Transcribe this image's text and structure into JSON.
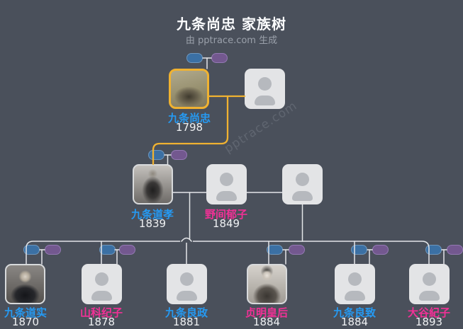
{
  "page": {
    "title": "九条尚忠 家族树",
    "subtitle": "由 pptrace.com 生成",
    "watermark": "pptrace.com"
  },
  "colors": {
    "background": "#4a505b",
    "connector_line": "#e4e6e9",
    "lineage_highlight": "#f0b231",
    "male_name": "#259af3",
    "female_name": "#f23096",
    "pill_blue": "#3b70a4",
    "pill_purple": "#73588f",
    "placeholder_box": "#e3e4e6",
    "silhouette": "#b6b9be"
  },
  "icons": {
    "pill_blue": "male-link-pill",
    "pill_purple": "female-link-pill",
    "placeholder": "person-silhouette"
  },
  "persons": [
    {
      "name": "九条尚忠",
      "year": "1798",
      "sex": "male"
    },
    {
      "name": "",
      "year": "",
      "sex": ""
    },
    {
      "name": "九条道孝",
      "year": "1839",
      "sex": "male"
    },
    {
      "name": "野间郁子",
      "year": "1849",
      "sex": "female"
    },
    {
      "name": "",
      "year": "",
      "sex": ""
    },
    {
      "name": "九条道实",
      "year": "1870",
      "sex": "male"
    },
    {
      "name": "山科纪子",
      "year": "1878",
      "sex": "female"
    },
    {
      "name": "九条良政",
      "year": "1881",
      "sex": "male"
    },
    {
      "name": "贞明皇后",
      "year": "1884",
      "sex": "female"
    },
    {
      "name": "九条良致",
      "year": "1884",
      "sex": "male"
    },
    {
      "name": "大谷紀子",
      "year": "1893",
      "sex": "female"
    }
  ]
}
